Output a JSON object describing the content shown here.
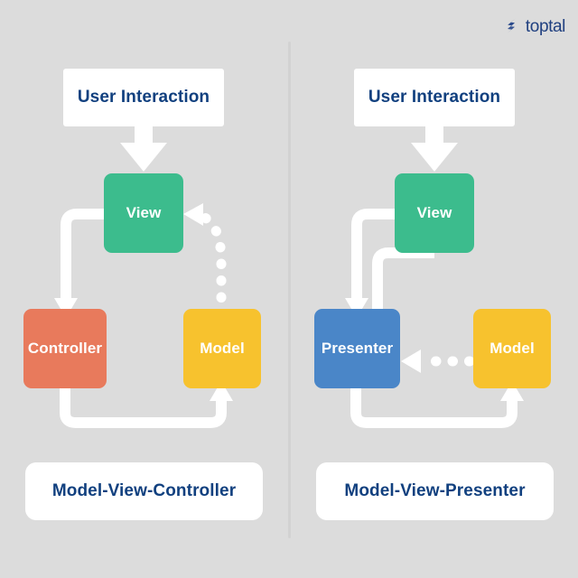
{
  "background_color": "#dcdcdc",
  "divider_color": "#d2d2d2",
  "brand": {
    "name": "toptal",
    "mark_icon": "toptal-chevron-icon",
    "color": "#204080"
  },
  "palette": {
    "view": "#3cbc8d",
    "controller": "#e87a5c",
    "model": "#f7c22e",
    "presenter": "#4a86c8",
    "card_bg": "#ffffff",
    "card_text": "#11407f",
    "arrow": "#ffffff"
  },
  "diagrams": [
    {
      "id": "mvc",
      "caption": "Model-View-Controller",
      "entry": {
        "label": "User Interaction"
      },
      "nodes": [
        {
          "id": "view",
          "label": "View",
          "color": "#3cbc8d"
        },
        {
          "id": "controller",
          "label": "Controller",
          "color": "#e87a5c"
        },
        {
          "id": "model",
          "label": "Model",
          "color": "#f7c22e"
        }
      ],
      "connections": [
        {
          "from": "User Interaction",
          "to": "View",
          "style": "solid"
        },
        {
          "from": "View",
          "to": "Controller",
          "style": "solid"
        },
        {
          "from": "Controller",
          "to": "Model",
          "style": "solid"
        },
        {
          "from": "Model",
          "to": "View",
          "style": "dotted"
        }
      ]
    },
    {
      "id": "mvp",
      "caption": "Model-View-Presenter",
      "entry": {
        "label": "User Interaction"
      },
      "nodes": [
        {
          "id": "view",
          "label": "View",
          "color": "#3cbc8d"
        },
        {
          "id": "presenter",
          "label": "Presenter",
          "color": "#4a86c8"
        },
        {
          "id": "model",
          "label": "Model",
          "color": "#f7c22e"
        }
      ],
      "connections": [
        {
          "from": "User Interaction",
          "to": "View",
          "style": "solid"
        },
        {
          "from": "View",
          "to": "Presenter",
          "style": "solid"
        },
        {
          "from": "Presenter",
          "to": "View",
          "style": "solid"
        },
        {
          "from": "Presenter",
          "to": "Model",
          "style": "solid"
        },
        {
          "from": "Model",
          "to": "Presenter",
          "style": "dotted"
        }
      ]
    }
  ]
}
